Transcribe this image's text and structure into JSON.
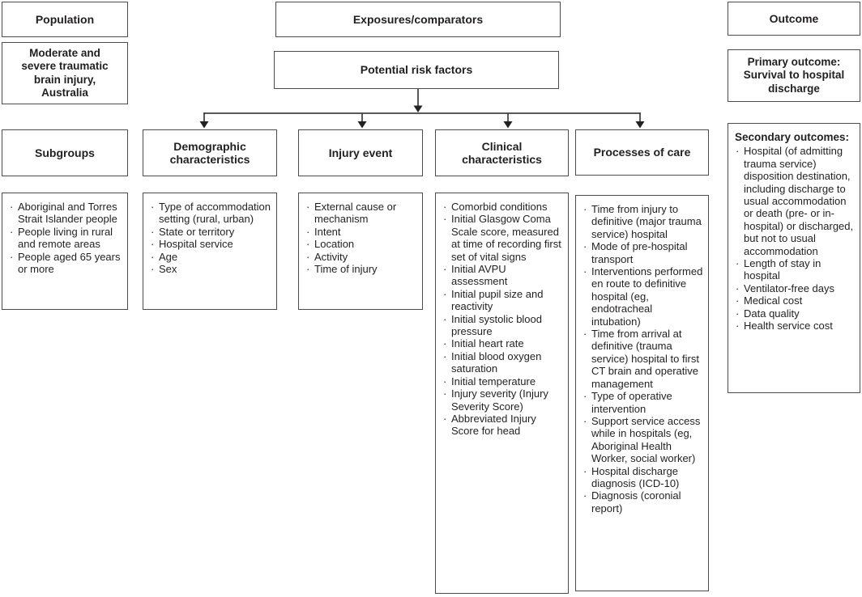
{
  "figure": {
    "population": {
      "header": "Population",
      "description": "Moderate and severe traumatic brain injury, Australia",
      "subgroups_header": "Subgroups",
      "subgroup_items": [
        "Aboriginal and Torres Strait Islander people",
        "People living in rural and remote areas",
        "People aged 65 years or more"
      ]
    },
    "exposures": {
      "header": "Exposures/comparators",
      "risk_factors_label": "Potential risk factors",
      "categories": [
        {
          "title": "Demographic characteristics",
          "items": [
            "Type of accommodation setting (rural, urban)",
            "State or territory",
            "Hospital service",
            "Age",
            "Sex"
          ]
        },
        {
          "title": "Injury event",
          "items": [
            "External cause or mechanism",
            "Intent",
            "Location",
            "Activity",
            "Time of injury"
          ]
        },
        {
          "title": "Clinical characteristics",
          "items": [
            "Comorbid conditions",
            "Initial Glasgow Coma Scale score, measured at time of recording first set of vital signs",
            "Initial AVPU assessment",
            "Initial pupil size and reactivity",
            "Initial systolic blood pressure",
            "Initial heart rate",
            "Initial blood oxygen saturation",
            "Initial temperature",
            "Injury severity (Injury Severity Score)",
            "Abbreviated Injury Score for head"
          ]
        },
        {
          "title": "Processes of care",
          "items": [
            "Time from injury to definitive (major trauma service) hospital",
            "Mode of pre-hospital transport",
            "Interventions performed en route to definitive hospital (eg, endotracheal intubation)",
            "Time from arrival at definitive (trauma service) hospital to first CT brain and operative management",
            "Type of operative intervention",
            "Support service access while in hospitals (eg, Aboriginal Health Worker, social worker)",
            "Hospital discharge diagnosis (ICD-10)",
            "Diagnosis (coronial report)"
          ]
        }
      ]
    },
    "outcome": {
      "header": "Outcome",
      "primary_label": "Primary outcome: Survival to hospital discharge",
      "secondary_header": "Secondary outcomes:",
      "secondary_items": [
        "Hospital (of admitting trauma service) disposition destination, including discharge to usual accommodation or death (pre- or in-hospital) or discharged, but not to usual accommodation",
        "Length of stay in hospital",
        "Ventilator-free days",
        "Medical cost",
        "Data quality",
        "Health service cost"
      ]
    },
    "colors": {
      "background": "#ffffff",
      "box_border": "#4b4b4d",
      "text": "#231f20",
      "connector": "#222222"
    }
  }
}
